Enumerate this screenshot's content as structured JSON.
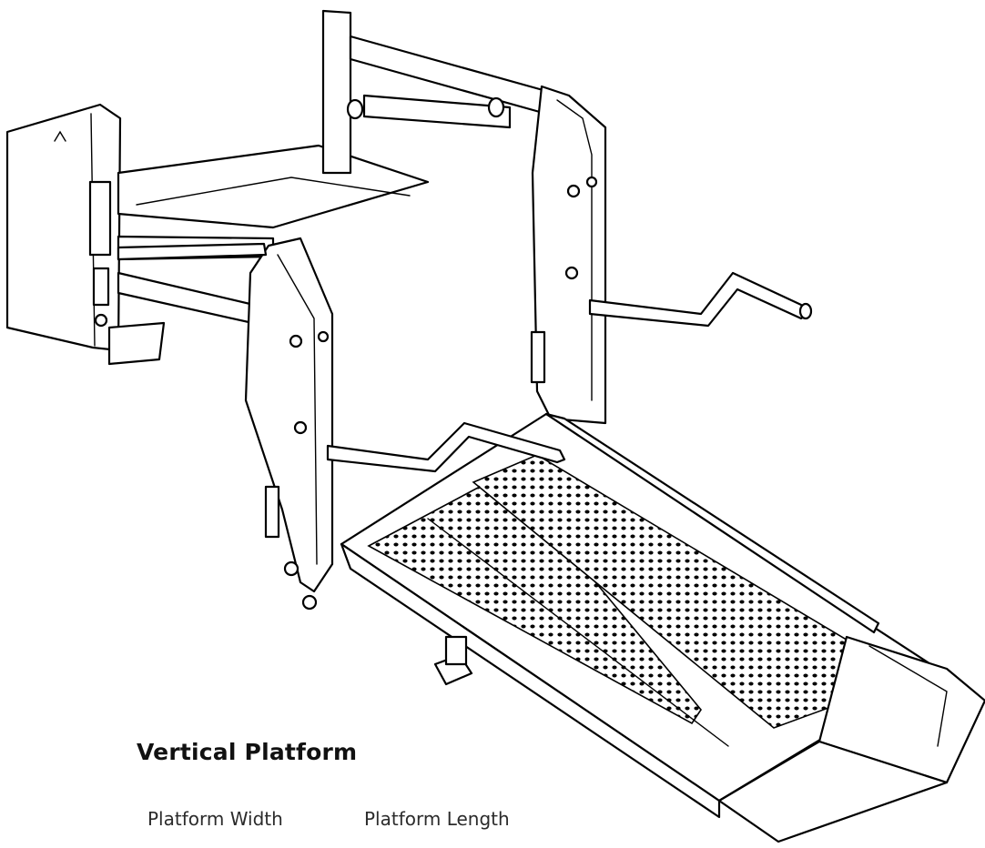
{
  "product": {
    "title": "Vertical Platform",
    "specs": [
      {
        "label": "Platform Width"
      },
      {
        "label": "Platform Length"
      }
    ]
  },
  "illustration": {
    "icon": "wheelchair-lift-line-drawing",
    "stroke_color": "#000000",
    "fill_color": "#ffffff"
  }
}
